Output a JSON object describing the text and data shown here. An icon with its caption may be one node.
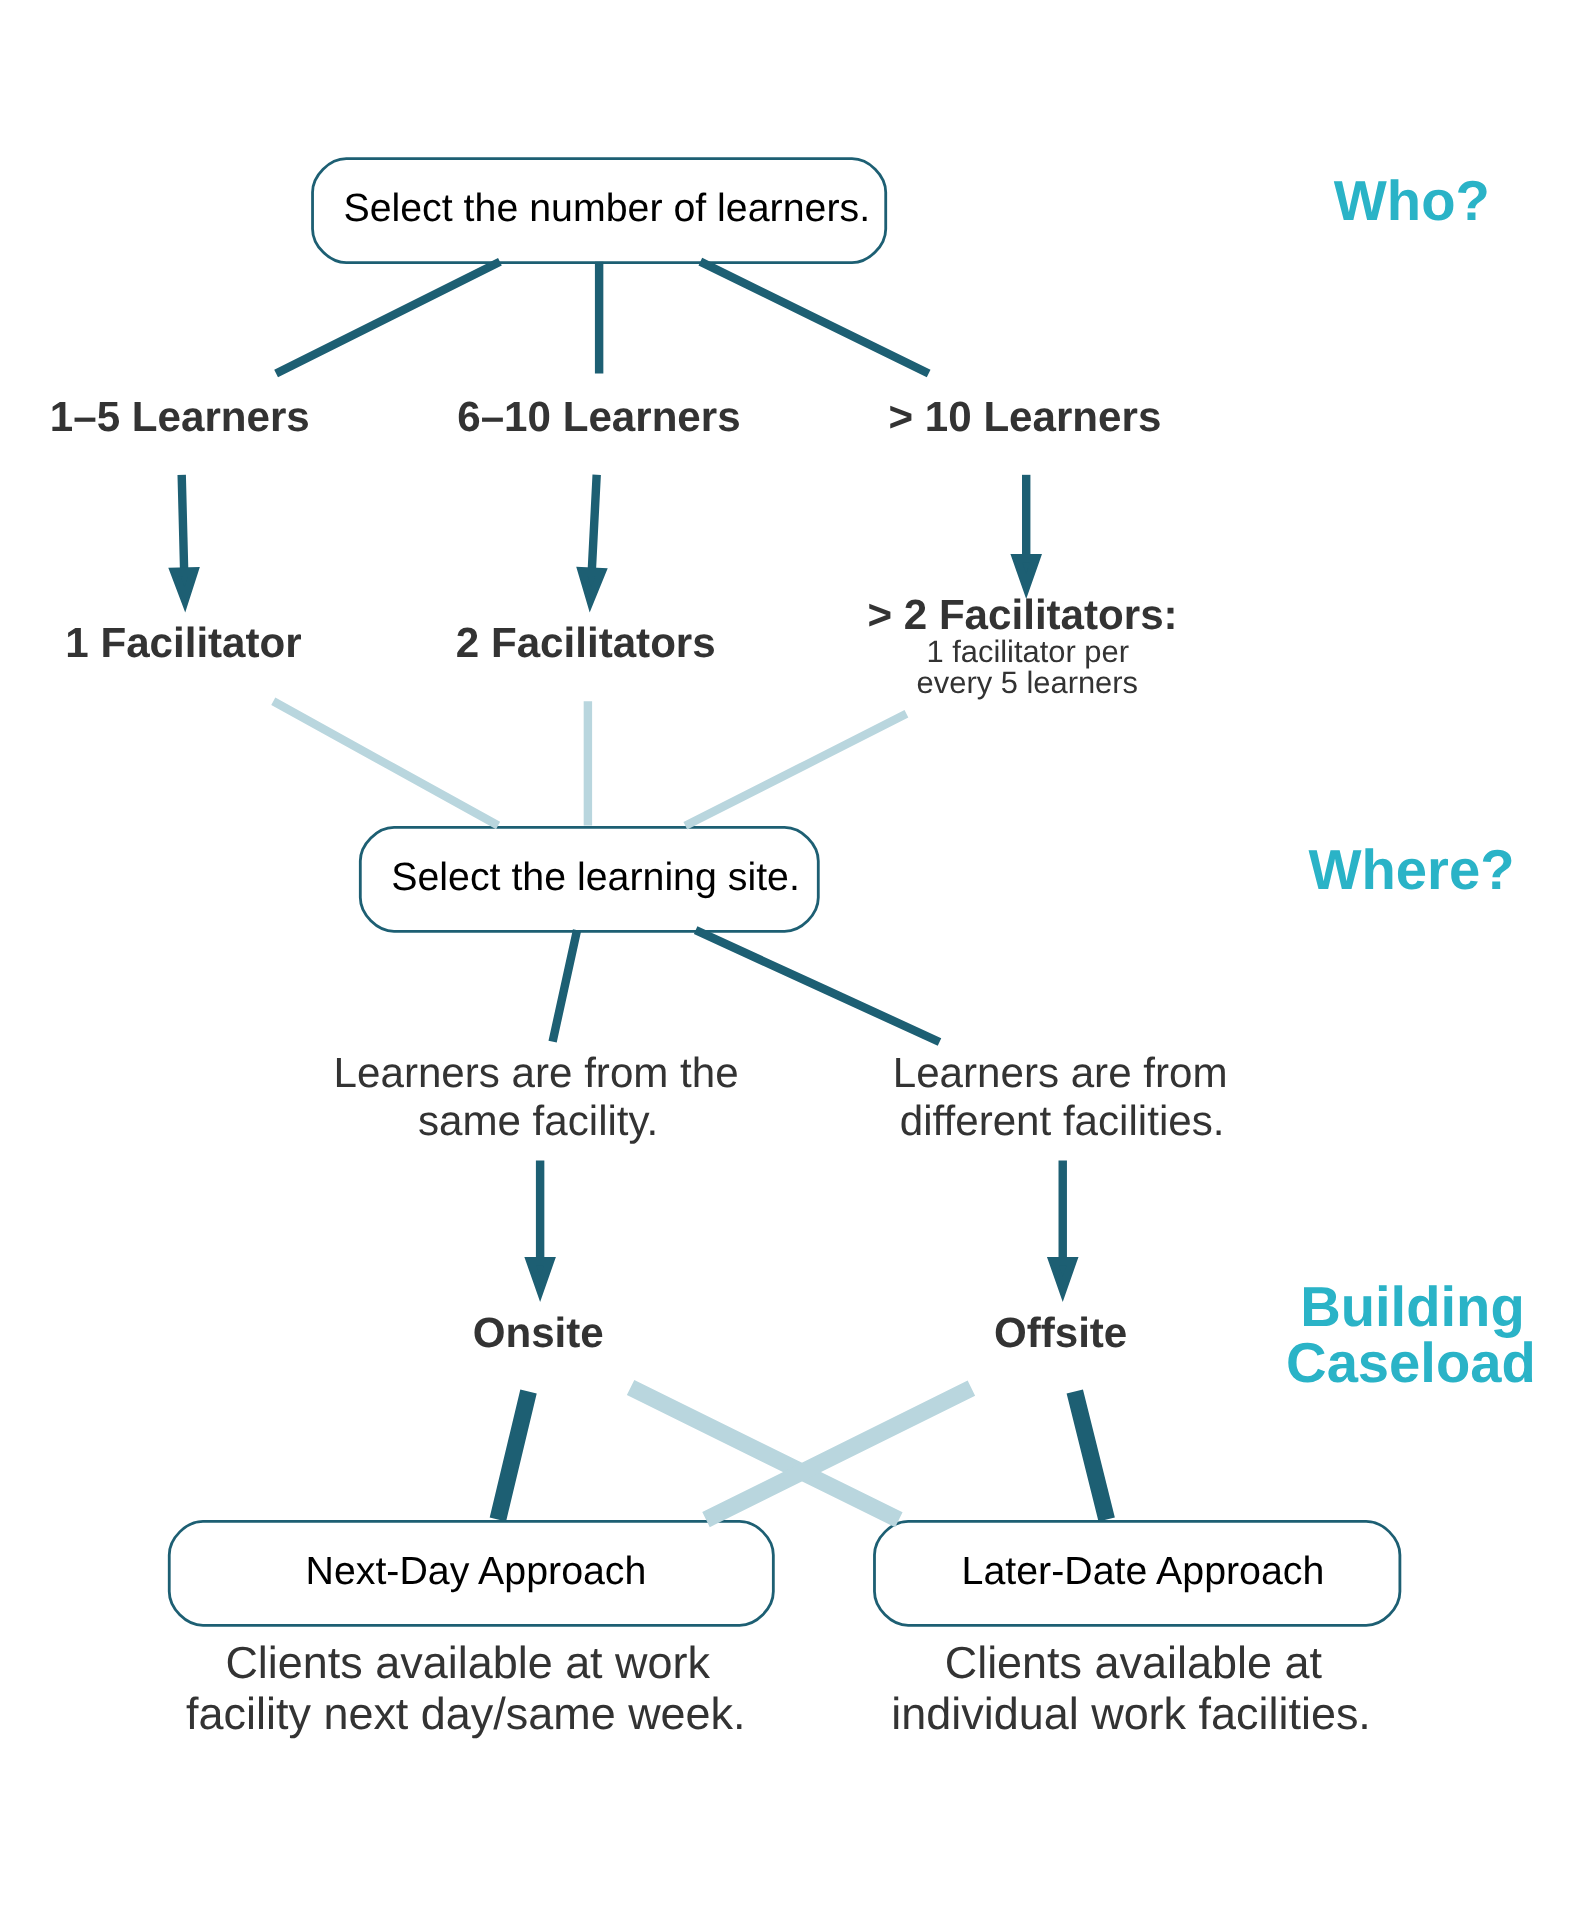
{
  "diagram": {
    "nodes": [
      {
        "text": [
          "Select the number of learners."
        ]
      },
      {
        "text": [
          "1–5 Learners"
        ]
      },
      {
        "text": [
          "6–10 Learners"
        ]
      },
      {
        "text": [
          "> 10 Learners"
        ]
      },
      {
        "text": [
          "1 Facilitator"
        ]
      },
      {
        "text": [
          "2 Facilitators"
        ]
      },
      {
        "text": [
          "> 2 Facilitators:",
          "1 facilitator per every 5 learners"
        ]
      },
      {
        "text": [
          "Select the learning site."
        ]
      },
      {
        "text": [
          "Learners are from the same facility."
        ]
      },
      {
        "text": [
          "Learners are from different facilities."
        ]
      },
      {
        "text": [
          "Onsite"
        ]
      },
      {
        "text": [
          "Offsite"
        ]
      },
      {
        "text": [
          "Next-Day Approach"
        ],
        "beside": [
          "Clients available at work facility next day/same week."
        ]
      },
      {
        "text": [
          "Later-Date Approach"
        ],
        "beside": [
          "Clients available at individual work facilities."
        ]
      }
    ],
    "edges": [
      {
        "from": 0,
        "to": 1,
        "arrow": "none"
      },
      {
        "from": 0,
        "to": 2,
        "arrow": "none"
      },
      {
        "from": 0,
        "to": 3,
        "arrow": "none"
      },
      {
        "from": 1,
        "to": 4,
        "arrow": "to"
      },
      {
        "from": 2,
        "to": 5,
        "arrow": "to"
      },
      {
        "from": 3,
        "to": 6,
        "arrow": "to"
      },
      {
        "from": 4,
        "to": 7,
        "arrow": "none",
        "color": "#b9d6de"
      },
      {
        "from": 5,
        "to": 7,
        "arrow": "none",
        "color": "#b9d6de"
      },
      {
        "from": 6,
        "to": 7,
        "arrow": "none",
        "color": "#b9d6de"
      },
      {
        "from": 7,
        "to": 8,
        "arrow": "none"
      },
      {
        "from": 7,
        "to": 9,
        "arrow": "none"
      },
      {
        "from": 8,
        "to": 10,
        "arrow": "to"
      },
      {
        "from": 9,
        "to": 11,
        "arrow": "to"
      },
      {
        "from": 10,
        "to": 12,
        "arrow": "none",
        "style": "thick"
      },
      {
        "from": 10,
        "to": 13,
        "arrow": "none",
        "style": "thick",
        "color": "#b9d6de"
      },
      {
        "from": 11,
        "to": 12,
        "arrow": "none",
        "style": "thick",
        "color": "#b9d6de"
      },
      {
        "from": 11,
        "to": 13,
        "arrow": "none",
        "style": "thick"
      }
    ],
    "labels": [
      "Who?",
      "Where?",
      "Building Caseload"
    ]
  }
}
